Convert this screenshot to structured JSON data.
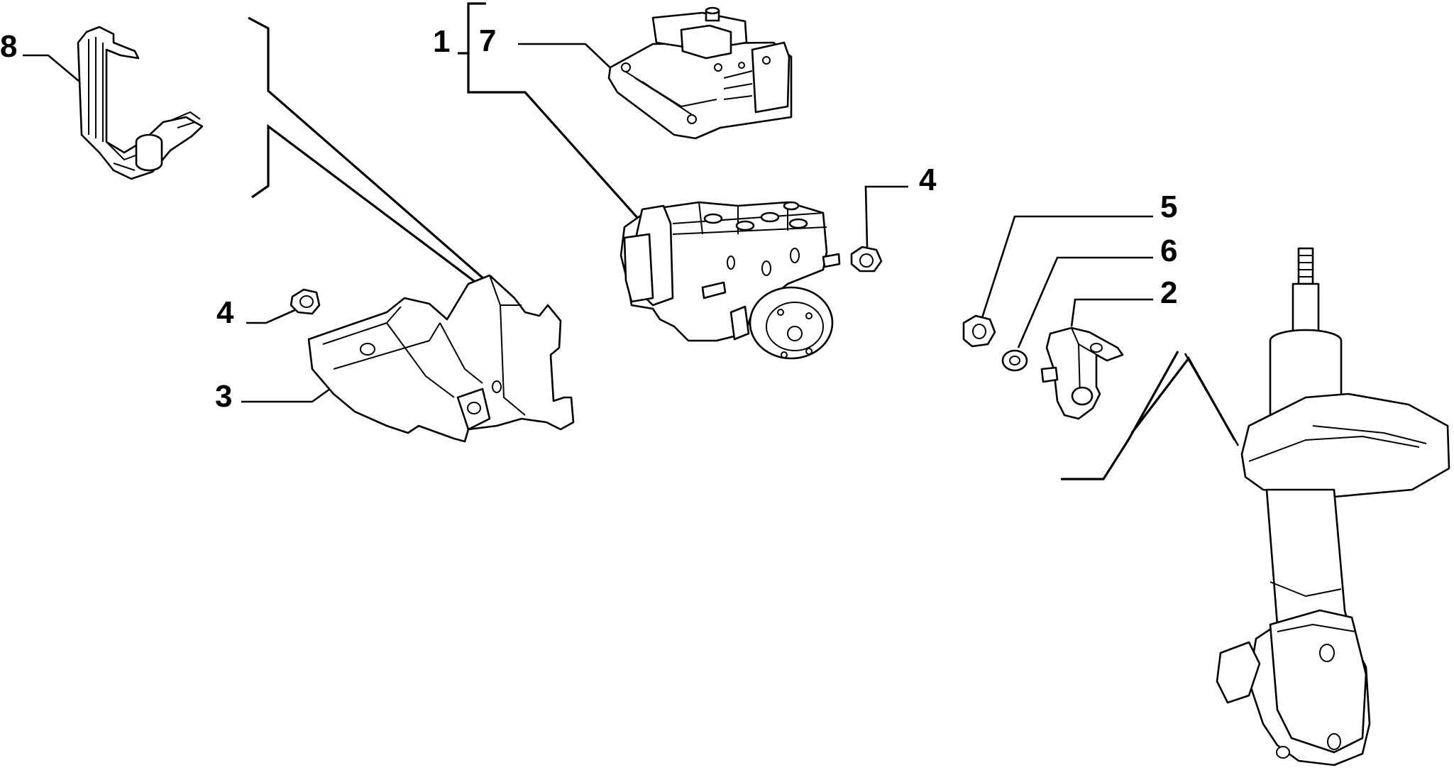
{
  "callouts": {
    "c1": "1",
    "c2": "2",
    "c3": "3",
    "c4a": "4",
    "c4b": "4",
    "c5": "5",
    "c6": "6",
    "c7": "7",
    "c8": "8"
  },
  "parts": [
    "abs-hydraulic-unit",
    "abs-control-module",
    "mounting-bracket",
    "pipe-holder-bracket",
    "hex-nut",
    "hex-nut",
    "flange-nut",
    "washer",
    "sensor-bracket",
    "shock-absorber-strut"
  ],
  "colors": {
    "line": "#000000",
    "background": "#ffffff"
  }
}
